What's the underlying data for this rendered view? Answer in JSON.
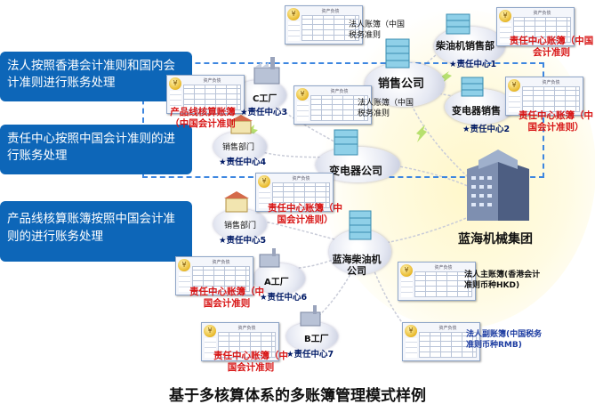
{
  "captions": {
    "legal": "法人按照香港会计准则和国内会计准则进行账务处理",
    "responsibility": "责任中心按照中国会计准则的进行账务处理",
    "product": "产品线核算账簿按照中国会计准则的进行账务处理"
  },
  "ledger_card": {
    "header": "资产负债",
    "coin": "¥"
  },
  "nodes": {
    "group": "蓝海机械集团",
    "sales_company": "销售公司",
    "diesel_sales": "柴油机销售部",
    "transformer_sales": "变电器销售",
    "transformer_company": "变电器公司",
    "lanhai_diesel": "蓝海柴油机公司",
    "c_factory": "C工厂",
    "a_factory": "A工厂",
    "b_factory": "B工厂",
    "sales_dept_1": "销售部门",
    "sales_dept_2": "销售部门"
  },
  "stars": {
    "rc1": "★责任中心1",
    "rc2": "★责任中心2",
    "rc3": "★责任中心3",
    "rc4": "★责任中心4",
    "rc5": "★责任中心5",
    "rc6": "★责任中心6",
    "rc7": "★责任中心7"
  },
  "notes": {
    "legal_top": "法人账簿（中国税务准则",
    "legal_mid": "法人账簿（中国税务准则",
    "main_ledger": "法人主账簿(香港会计准则币种HKD)",
    "sub_ledger": "法人副账簿(中国税务准则币种RMB)"
  },
  "red_labels": {
    "rc_top": "责任中心账簿（中国会计准则",
    "rc_right": "责任中心账簿（中国会计准则）",
    "product_line": "产品线核算账簿（中国会计准则",
    "rc_mid": "责任中心账簿（中国会计准则）",
    "rc_lower": "责任中心账簿（中国会计准则",
    "rc_bottom": "责任中心账簿（中国会计准则"
  },
  "title": "基于多核算体系的多账簿管理模式样例",
  "colors": {
    "caption_bg": "#0d66b8",
    "red_text": "#d81616",
    "dashed_frame": "#3d86e0",
    "glow": "#fff3b0"
  }
}
